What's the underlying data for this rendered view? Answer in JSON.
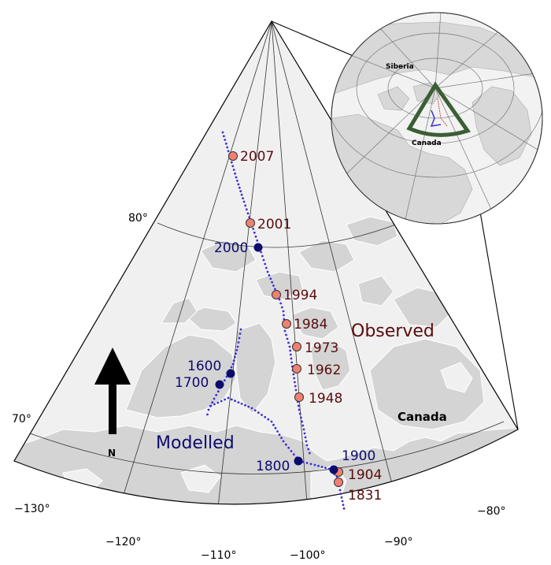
{
  "title": "",
  "colors": {
    "land": "#d4d4d4",
    "land_stroke": "#ffffff",
    "wedge_fill": "#f0f0f0",
    "observed_fill": "#f08070",
    "observed_text": "#5a0c0c",
    "modelled": "#0b0b6e",
    "modelled_dots": "#3a2fd6",
    "globe_outline": "#3b5e34"
  },
  "labels": {
    "observed": "Observed",
    "modelled": "Modelled",
    "canada": "Canada",
    "north": "N"
  },
  "globe": {
    "siberia": "Siberia",
    "canada": "Canada"
  },
  "latitude_labels": [
    "80°",
    "70°"
  ],
  "longitude_labels": [
    "−130°",
    "−120°",
    "−110°",
    "−100°",
    "−90°",
    "−80°"
  ],
  "observed_points": [
    "2007",
    "2001",
    "1994",
    "1984",
    "1973",
    "1962",
    "1948",
    "1904",
    "1831"
  ],
  "modelled_points": [
    "2000",
    "1600",
    "1700",
    "1800",
    "1900"
  ]
}
